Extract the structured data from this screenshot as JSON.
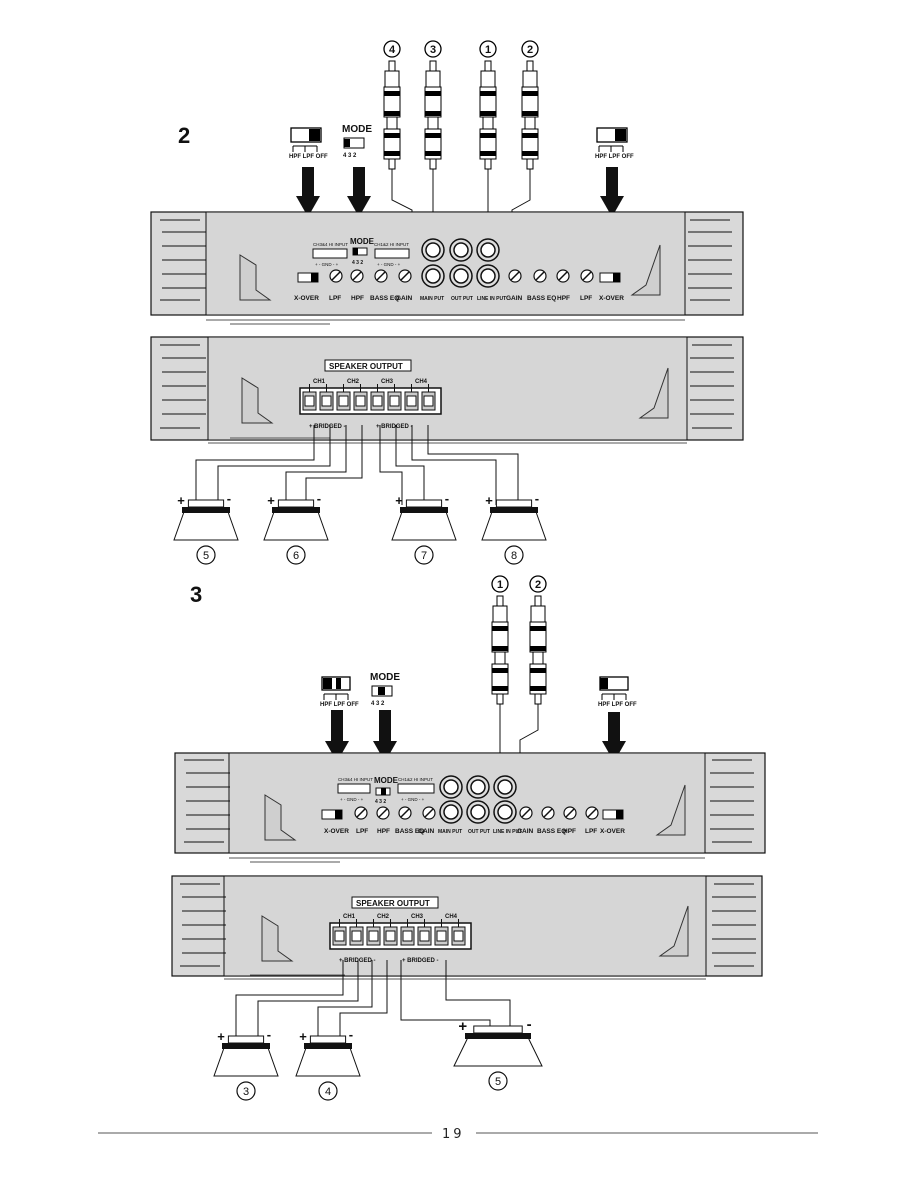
{
  "page_number": "19",
  "section2": {
    "label": "2",
    "mode_title": "MODE",
    "mode_positions": "4 3 2",
    "switch_labels": "HPF LPF OFF",
    "rca_numbers": [
      "4",
      "3",
      "1",
      "2"
    ],
    "top_panel": {
      "input_left": "CH3&4 HI INPUT",
      "input_right": "CH1&2 HI INPUT",
      "gnd": "+ - GND - +",
      "mode": "MODE",
      "mode_positions": "4 3 2",
      "controls_left": [
        "X-OVER",
        "LPF",
        "HPF",
        "BASS EQ",
        "GAIN"
      ],
      "jacks": [
        "MAIN PUT",
        "OUT PUT",
        "LINE IN PUT"
      ],
      "controls_right": [
        "GAIN",
        "BASS EQ",
        "HPF",
        "LPF",
        "X-OVER"
      ]
    },
    "bottom_panel": {
      "title": "SPEAKER OUTPUT",
      "channels": [
        "CH1",
        "CH2",
        "CH3",
        "CH4"
      ],
      "bridged": [
        "+ BRIDGED -",
        "+ BRIDGED -"
      ]
    },
    "speakers": [
      "5",
      "6",
      "7",
      "8"
    ]
  },
  "section3": {
    "label": "3",
    "mode_title": "MODE",
    "mode_positions": "4 3 2",
    "switch_labels": "HPF LPF OFF",
    "rca_numbers": [
      "1",
      "2"
    ],
    "speakers": [
      "3",
      "4",
      "5"
    ]
  },
  "speaker_plus": "+",
  "speaker_minus": "-"
}
